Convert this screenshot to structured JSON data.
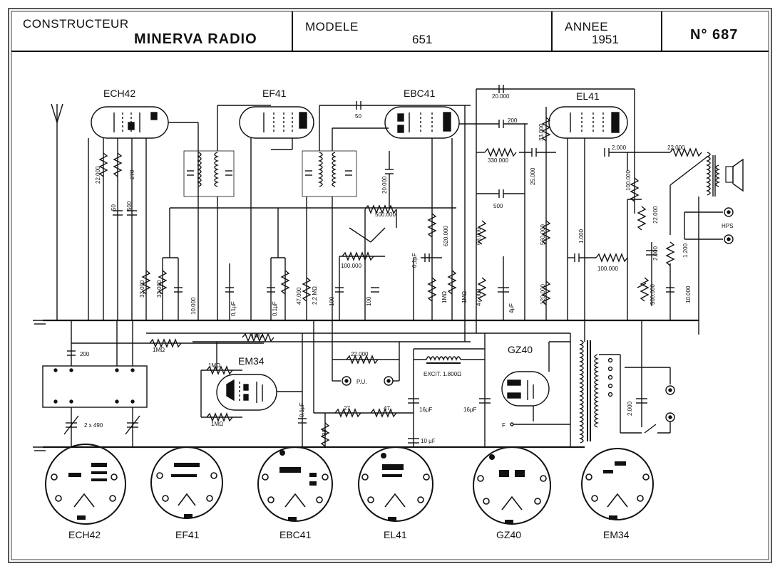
{
  "header": {
    "constructeur_label": "CONSTRUCTEUR",
    "constructeur_value": "MINERVA  RADIO",
    "modele_label": "MODELE",
    "modele_value": "651",
    "annee_label": "ANNEE",
    "annee_value": "1951",
    "numero": "N° 687"
  },
  "tubes": {
    "ech42": "ECH42",
    "ef41": "EF41",
    "ebc41": "EBC41",
    "el41": "EL41",
    "em34": "EM34",
    "gz40": "GZ40"
  },
  "bases": [
    "ECH42",
    "EF41",
    "EBC41",
    "EL41",
    "GZ40",
    "EM34"
  ],
  "components": {
    "c_50": "50",
    "c_20000_top": "20.000",
    "c_200_el": "200",
    "r_330000": "330.000",
    "c_25000": "25.000",
    "r_33000_el": "33.000",
    "c_2000": "2.000",
    "r_22000_hp": "22.000",
    "r_22000_a": "22.000",
    "r_270": "270",
    "c_50_b": "50",
    "c_500": "500",
    "r_33000_a": "33.000",
    "r_33000_b": "33.000",
    "c_10000_a": "10.000",
    "c_01uF_a": "0,1µF",
    "c_01uF_b": "0,1µF",
    "r_47000_a": "47.000",
    "r_22Mohm": "2,2 MΩ",
    "c_100_a": "100",
    "c_100_b": "100",
    "r_100000_a": "100.000",
    "c_20000_b": "20.000",
    "p_500000": "500.000",
    "r_620000": "620.000",
    "c_01uF_c": "0,1µF",
    "r_1Mohm_a": "1MΩ",
    "r_1Mohm_b": "1MΩ",
    "c_500_b": "500",
    "r_68000": "68.000",
    "r_47000_b": "47.000",
    "c_4uF": "4µF",
    "r_560000": "560.000",
    "r_120000": "120.000",
    "c_1000": "1.000",
    "r_100000_b": "100.000",
    "r_100000_c": "100.000",
    "r_22000_b": "22.000",
    "c_2000_b": "2.000",
    "p_500000_b": "500.000",
    "r_1200": "1.200",
    "c_10000_b": "10.000",
    "hps": "HPS",
    "c_200_b": "200",
    "r_1Mohm_c": "1MΩ",
    "r_1Mohm_d": "1MΩ",
    "r_1Mohm_e": "1MΩ",
    "r_1Mohm_f": "1MΩ",
    "c_01uF_d": "0,1µF",
    "r_22000_c": "22.000",
    "pu": "P.U.",
    "excit": "EXCIT. 1.800Ω",
    "r_27": "27",
    "r_47": "47",
    "r_39": "39",
    "c_16uF_a": "16µF",
    "c_16uF_b": "16µF",
    "c_10uF": "10 µF",
    "f_label": "F",
    "c_2000_c": "2.000",
    "cv_2x490": "2 x 490"
  },
  "colors": {
    "ink": "#111111",
    "paper": "#ffffff"
  }
}
